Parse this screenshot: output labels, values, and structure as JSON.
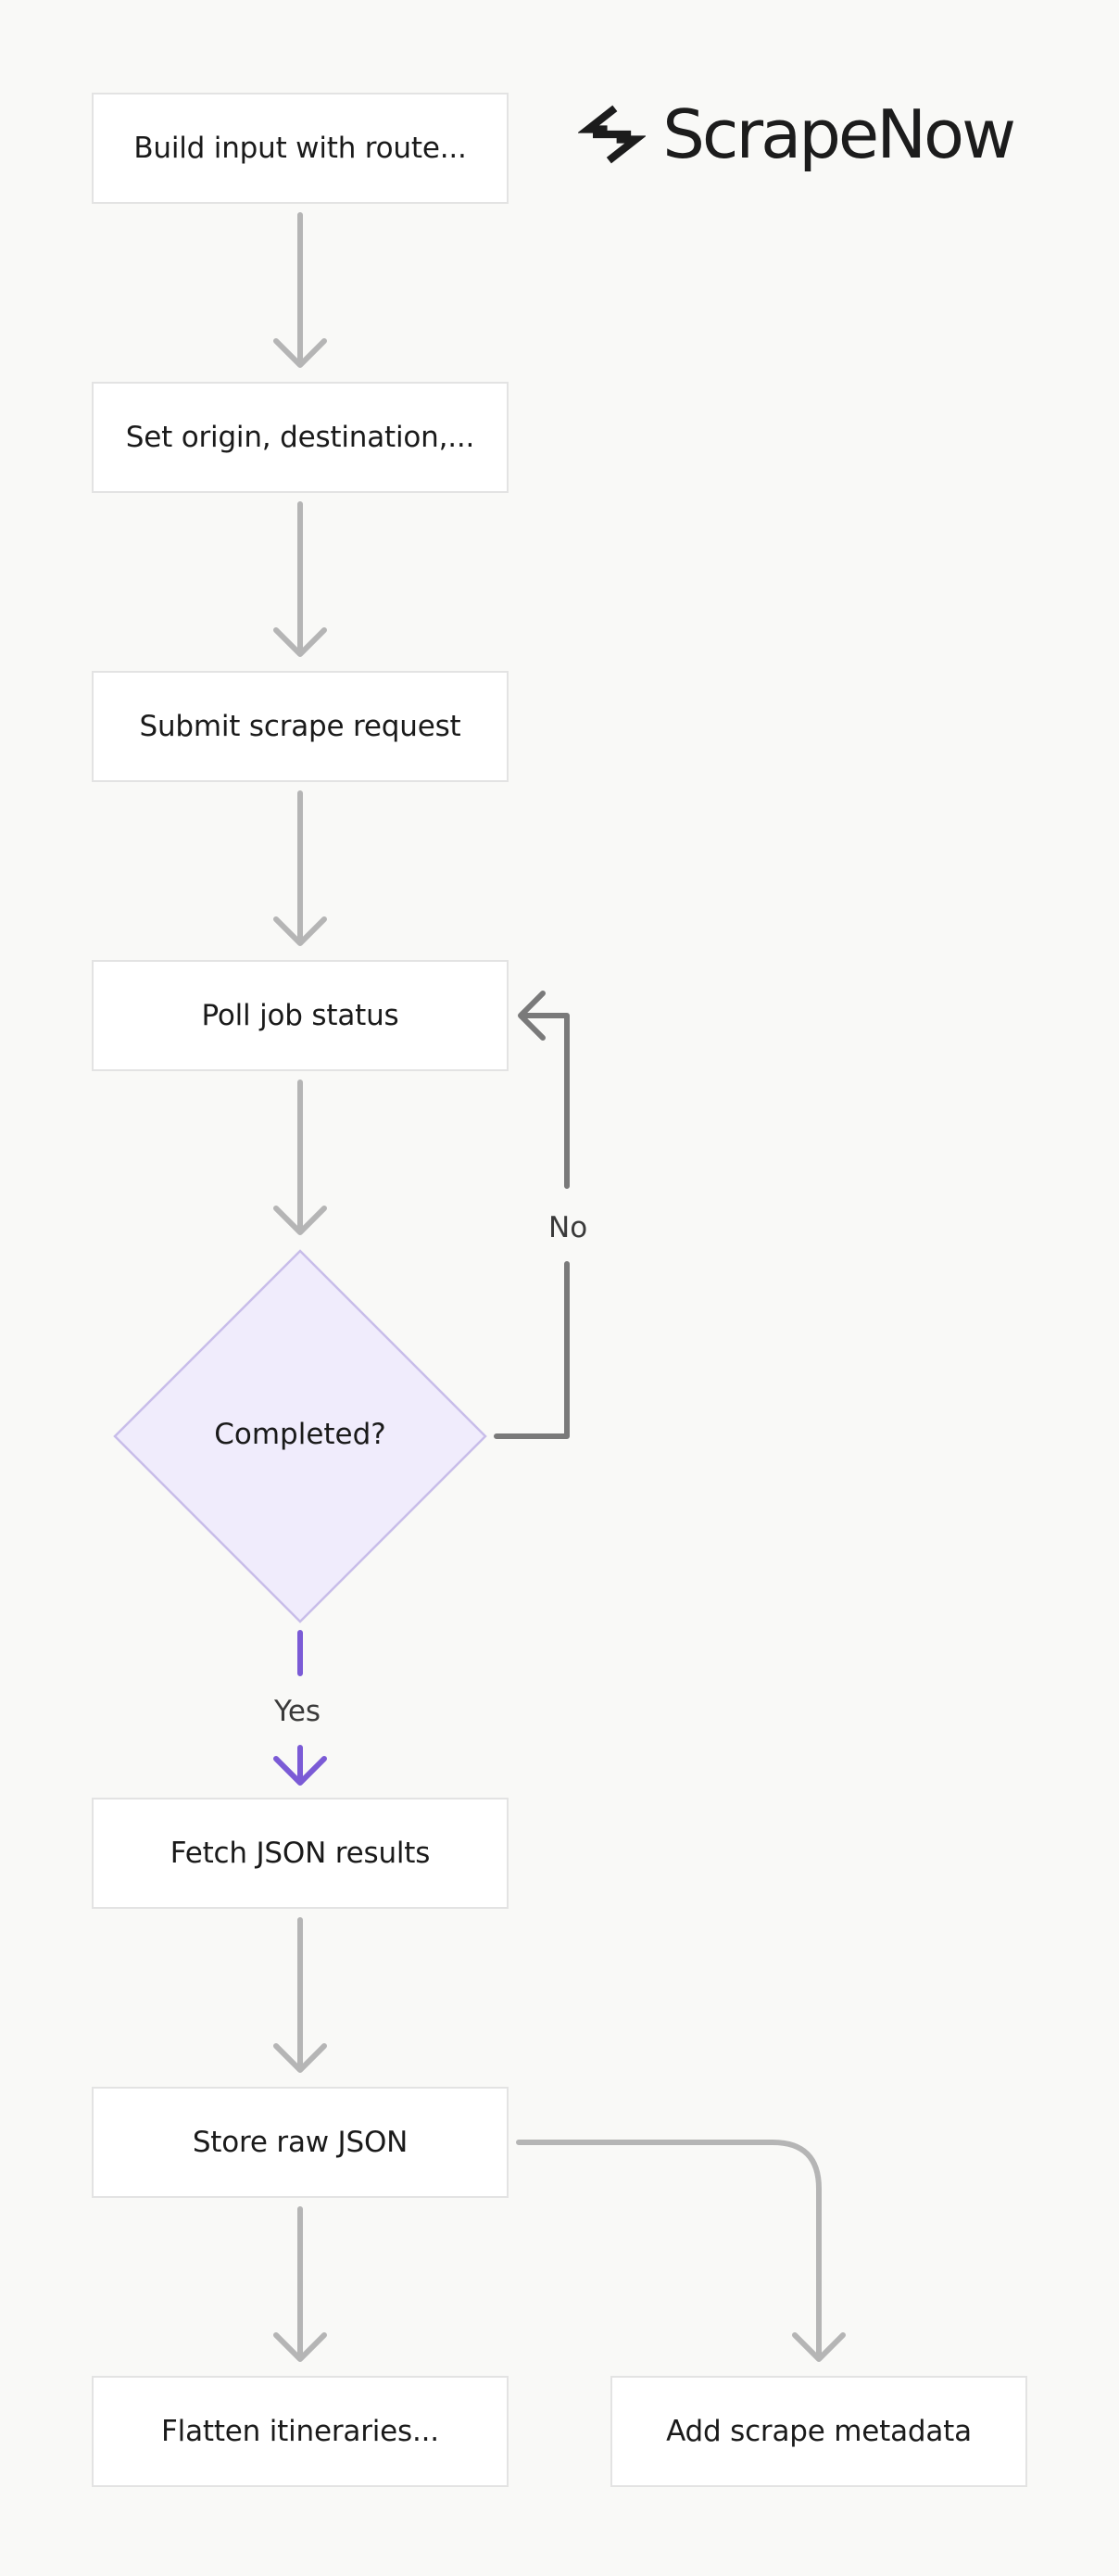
{
  "brand": {
    "name": "ScrapeNow",
    "logo_icon": "scrapenow-mark-icon",
    "color": "#1c1c1c"
  },
  "nodes": {
    "build_input": "Build input with route...",
    "set_origin": "Set origin, destination,...",
    "submit_request": "Submit scrape request",
    "poll_status": "Poll job status",
    "completed": "Completed?",
    "fetch_json": "Fetch JSON results",
    "store_raw": "Store raw JSON",
    "flatten": "Flatten itineraries...",
    "add_metadata": "Add scrape metadata"
  },
  "edges": {
    "no_label": "No",
    "yes_label": "Yes"
  },
  "colors": {
    "arrow": "#b5b5b5",
    "loop_arrow": "#7a7a7a",
    "yes_arrow": "#7b5bd6",
    "decision_fill": "#f0ecfc",
    "decision_stroke": "#c8bde9",
    "node_border": "#e3e3e3"
  }
}
